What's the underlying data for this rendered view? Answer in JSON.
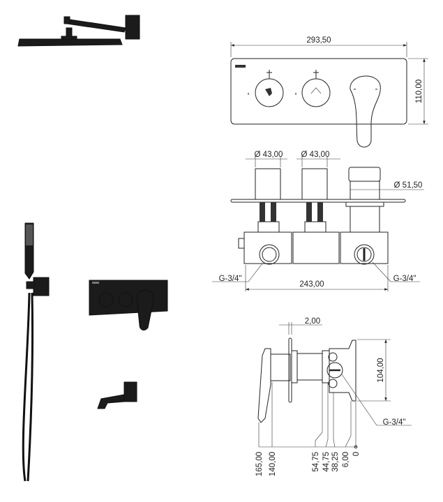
{
  "front_view": {
    "width_dim": "293,50",
    "height_dim": "110,00"
  },
  "section_view": {
    "knob1_dia": "Ø 43,00",
    "knob2_dia": "Ø 43,00",
    "lever_dia": "Ø 51,50",
    "body_width": "243,00",
    "inlet_left": "G-3/4\"",
    "inlet_right": "G-3/4\""
  },
  "side_view": {
    "plate_thickness": "2,00",
    "body_height": "104,00",
    "outlet": "G-3/4\"",
    "depths": [
      "165,00",
      "140,00",
      "54,75",
      "44,75",
      "38,25",
      "6,00",
      "0"
    ]
  }
}
